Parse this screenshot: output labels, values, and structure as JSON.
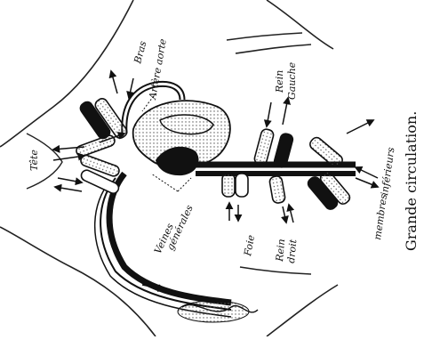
{
  "labels": {
    "tete": "Tête",
    "bras": "Bras",
    "artere_aorte": "Artère aorte",
    "rein_gauche_1": "Rein",
    "rein_gauche_2": "Gauche",
    "membres_1": "membres",
    "membres_2": "inférieurs",
    "veines_1": "Veines",
    "veines_2": "générales",
    "foie": "Foie",
    "rein_droit_1": "Rein",
    "rein_droit_2": "droit"
  },
  "caption": "Grande circulation."
}
